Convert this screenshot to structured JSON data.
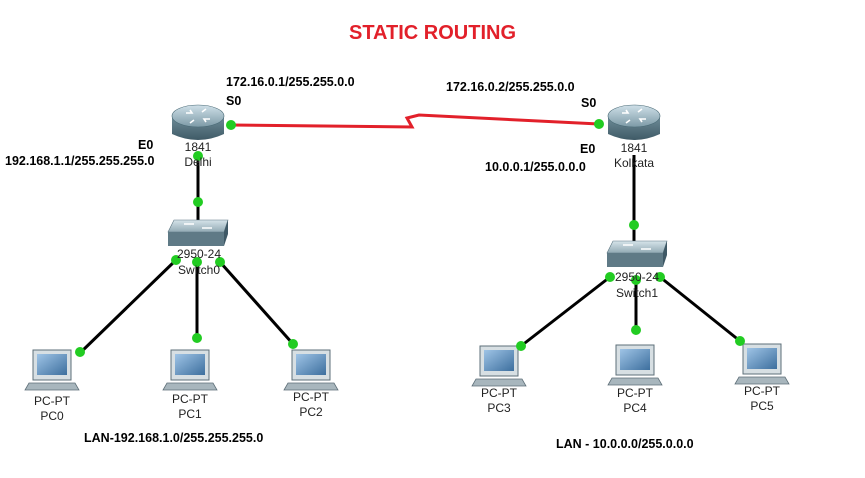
{
  "title": "STATIC ROUTING",
  "routers": [
    {
      "model": "1841",
      "name": "Delhi",
      "serial_label": "S0",
      "serial_ip": "172.16.0.1/255.255.0.0",
      "eth_label": "E0",
      "eth_ip": "192.168.1.1/255.255.255.0"
    },
    {
      "model": "1841",
      "name": "Kolkata",
      "serial_label": "S0",
      "serial_ip": "172.16.0.2/255.255.0.0",
      "eth_label": "E0",
      "eth_ip": "10.0.0.1/255.0.0.0"
    }
  ],
  "switches": [
    {
      "model": "2950-24",
      "name": "Switch0"
    },
    {
      "model": "2950-24",
      "name": "Switch1"
    }
  ],
  "pcs": [
    {
      "type": "PC-PT",
      "name": "PC0"
    },
    {
      "type": "PC-PT",
      "name": "PC1"
    },
    {
      "type": "PC-PT",
      "name": "PC2"
    },
    {
      "type": "PC-PT",
      "name": "PC3"
    },
    {
      "type": "PC-PT",
      "name": "PC4"
    },
    {
      "type": "PC-PT",
      "name": "PC5"
    }
  ],
  "lans": [
    {
      "label": "LAN-192.168.1.0/255.255.255.0"
    },
    {
      "label": "LAN - 10.0.0.0/255.0.0.0"
    }
  ],
  "colors": {
    "title": "#e2202a",
    "serial_link": "#e2202a",
    "link": "#000000",
    "port_up": "#22cc22"
  }
}
